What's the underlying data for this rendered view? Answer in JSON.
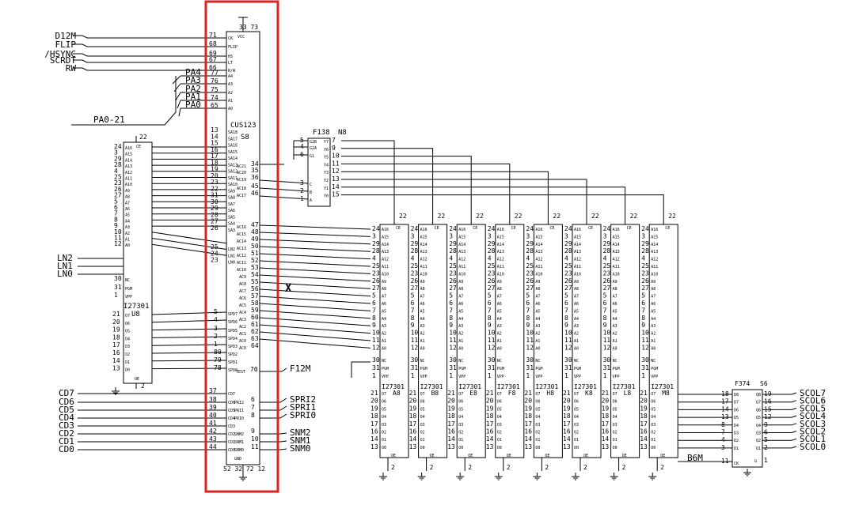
{
  "main_chip": {
    "name": "CUS123",
    "location": "S8",
    "power_pins": "33 73",
    "vcc": "VCC",
    "gnd": "GND",
    "ground_pins": "52 32 72 12",
    "control_inputs": [
      {
        "signal": "D12M",
        "pin": "71",
        "label": "CK"
      },
      {
        "signal": "FLIP",
        "pin": "68",
        "label": "FLIP"
      },
      {
        "signal": "/HSYNC",
        "pin": "69",
        "label": "HS"
      },
      {
        "signal": "SCRDT",
        "pin": "67",
        "label": "LT"
      },
      {
        "signal": "RW",
        "pin": "66",
        "label": "R/W"
      }
    ],
    "pa_inputs": [
      {
        "signal": "PA4",
        "pin": "77",
        "label": "A4"
      },
      {
        "signal": "PA3",
        "pin": "76",
        "label": "A3"
      },
      {
        "signal": "PA2",
        "pin": "75",
        "label": "A2"
      },
      {
        "signal": "PA1",
        "pin": "74",
        "label": "A1"
      },
      {
        "signal": "PA0",
        "pin": "65",
        "label": "A0"
      }
    ],
    "pa_bus": "PA0-21",
    "sa_pins": [
      {
        "pin": "13",
        "label": "SA18"
      },
      {
        "pin": "14",
        "label": "SA17"
      },
      {
        "pin": "15",
        "label": "SA16"
      },
      {
        "pin": "16",
        "label": "SA15"
      },
      {
        "pin": "17",
        "label": "SA14"
      },
      {
        "pin": "18",
        "label": "SA13"
      },
      {
        "pin": "19",
        "label": "SA12"
      },
      {
        "pin": "20",
        "label": "SA11"
      },
      {
        "pin": "23",
        "label": "SA10"
      },
      {
        "pin": "22",
        "label": "SA9"
      },
      {
        "pin": "31",
        "label": "SA8"
      },
      {
        "pin": "30",
        "label": "SA7"
      },
      {
        "pin": "29",
        "label": "SA6"
      },
      {
        "pin": "28",
        "label": "SA5"
      },
      {
        "pin": "27",
        "label": "SA4"
      },
      {
        "pin": "26",
        "label": "SA3"
      },
      {
        "pin": "25",
        "label": "LN2"
      },
      {
        "pin": "24",
        "label": "LN1"
      },
      {
        "pin": "23",
        "label": "LN0"
      }
    ],
    "ln_signals": [
      "LN2",
      "LN1",
      "LN0"
    ],
    "ac_pins": [
      {
        "pin": "34",
        "label": "AC21"
      },
      {
        "pin": "35",
        "label": "AC20"
      },
      {
        "pin": "36",
        "label": "AC19"
      },
      {
        "pin": "45",
        "label": "AC18"
      },
      {
        "pin": "46",
        "label": "AC17"
      },
      {
        "pin": "47",
        "label": "AC16"
      },
      {
        "pin": "48",
        "label": "AC15"
      },
      {
        "pin": "49",
        "label": "AC14"
      },
      {
        "pin": "50",
        "label": "AC13"
      },
      {
        "pin": "51",
        "label": "AC12"
      },
      {
        "pin": "52",
        "label": "AC11"
      },
      {
        "pin": "53",
        "label": "AC10"
      },
      {
        "pin": "54",
        "label": "AC9"
      },
      {
        "pin": "55",
        "label": "AC8"
      },
      {
        "pin": "56",
        "label": "AC7"
      },
      {
        "pin": "57",
        "label": "AC6"
      },
      {
        "pin": "58",
        "label": "AC5"
      },
      {
        "pin": "59",
        "label": "AC4"
      },
      {
        "pin": "60",
        "label": "AC3"
      },
      {
        "pin": "61",
        "label": "AC2"
      },
      {
        "pin": "62",
        "label": "AC1"
      },
      {
        "pin": "63",
        "label": "AC0"
      },
      {
        "pin": "64",
        "label": "AC0"
      }
    ],
    "spd_pins": [
      {
        "pin": "5",
        "label": "SPD7"
      },
      {
        "pin": "4",
        "label": "SPD6"
      },
      {
        "pin": "3",
        "label": "SPD5"
      },
      {
        "pin": "2",
        "label": "SPD4"
      },
      {
        "pin": "1",
        "label": "SPD3"
      },
      {
        "pin": "80",
        "label": "SPD2"
      },
      {
        "pin": "79",
        "label": "SPD1"
      },
      {
        "pin": "78",
        "label": "SPD0"
      }
    ],
    "test": {
      "label": "TEST",
      "pin": "70",
      "signal": "F12M"
    },
    "cd_pins": [
      {
        "signal": "CD7",
        "pin": "37",
        "label": "CD7"
      },
      {
        "signal": "CD6",
        "pin": "38",
        "label": "CD6"
      },
      {
        "signal": "CD5",
        "pin": "39",
        "label": "CD5"
      },
      {
        "signal": "CD4",
        "pin": "40",
        "label": "CD4"
      },
      {
        "signal": "CD3",
        "pin": "41",
        "label": "CD3"
      },
      {
        "signal": "CD2",
        "pin": "42",
        "label": "CD2"
      },
      {
        "signal": "CD1",
        "pin": "43",
        "label": "CD1"
      },
      {
        "signal": "CD0",
        "pin": "44",
        "label": "CD0"
      }
    ],
    "pri_outputs": [
      {
        "label": "PRI2",
        "pin": "6",
        "signal": "SPRI2"
      },
      {
        "label": "PRI1",
        "pin": "7",
        "signal": "SPRI1"
      },
      {
        "label": "PRI0",
        "pin": "8",
        "signal": "SPRI0"
      }
    ],
    "snm_outputs": [
      {
        "label": "SNM2",
        "pin": "9",
        "signal": "SNM2"
      },
      {
        "label": "SNM1",
        "pin": "10",
        "signal": "SNM1"
      },
      {
        "label": "SNM0",
        "pin": "11",
        "signal": "SNM0"
      }
    ]
  },
  "left_rom": {
    "part": "I27301",
    "location": "U8",
    "ce_pin": "22",
    "ce_label": "CE",
    "addr_pins": [
      "24",
      "3",
      "29",
      "28",
      "4",
      "25",
      "23",
      "26",
      "27",
      "5",
      "6",
      "7",
      "8",
      "9",
      "10",
      "11",
      "12"
    ],
    "addr_labels": [
      "A16",
      "A15",
      "A14",
      "A13",
      "A12",
      "A11",
      "A10",
      "A9",
      "A8",
      "A7",
      "A6",
      "A5",
      "A4",
      "A3",
      "A2",
      "A1",
      "A0"
    ],
    "ctrl": [
      {
        "pin": "30",
        "label": "NC"
      },
      {
        "pin": "31",
        "label": "PGM"
      },
      {
        "pin": "1",
        "label": "VPP"
      }
    ],
    "data_pins": [
      "21",
      "20",
      "19",
      "18",
      "17",
      "16",
      "14",
      "13"
    ],
    "data_labels": [
      "O7",
      "O6",
      "O5",
      "O4",
      "O3",
      "O2",
      "O1",
      "O0"
    ],
    "oe_label": "OE",
    "oe_pin": "2"
  },
  "decoder": {
    "part": "F138",
    "location": "N8",
    "inputs": [
      {
        "pin": "5",
        "label": "G2B"
      },
      {
        "pin": "4",
        "label": "G2A"
      },
      {
        "pin": "6",
        "label": "G1"
      },
      {
        "pin": "3",
        "label": "C"
      },
      {
        "pin": "2",
        "label": "B"
      },
      {
        "pin": "1",
        "label": "A"
      }
    ],
    "outputs": [
      {
        "pin": "7",
        "label": "Y7"
      },
      {
        "pin": "9",
        "label": "Y6"
      },
      {
        "pin": "10",
        "label": "Y5"
      },
      {
        "pin": "11",
        "label": "Y4"
      },
      {
        "pin": "12",
        "label": "Y3"
      },
      {
        "pin": "13",
        "label": "Y2"
      },
      {
        "pin": "14",
        "label": "Y1"
      },
      {
        "pin": "15",
        "label": "Y0"
      }
    ]
  },
  "rom_bank": {
    "part": "I27301",
    "locations": [
      "A8",
      "B8",
      "E8",
      "F8",
      "H8",
      "K8",
      "L8",
      "M8"
    ],
    "ce_pin": "22",
    "ce_label": "CE",
    "oe_label": "OE",
    "oe_pin": "2",
    "addr_pins": [
      "24",
      "3",
      "29",
      "28",
      "4",
      "25",
      "23",
      "26",
      "27",
      "5",
      "6",
      "7",
      "8",
      "9",
      "10",
      "11",
      "12"
    ],
    "addr_labels": [
      "A16",
      "A15",
      "A14",
      "A13",
      "A12",
      "A11",
      "A10",
      "A9",
      "A8",
      "A7",
      "A6",
      "A5",
      "A4",
      "A3",
      "A2",
      "A1",
      "A0"
    ],
    "ctrl": [
      {
        "pin": "30",
        "label": "NC"
      },
      {
        "pin": "31",
        "label": "PGM"
      },
      {
        "pin": "1",
        "label": "VPP"
      }
    ],
    "data_pins": [
      "21",
      "20",
      "19",
      "18",
      "17",
      "16",
      "14",
      "13"
    ],
    "data_labels": [
      "O7",
      "O6",
      "O5",
      "O4",
      "O3",
      "O2",
      "O1",
      "O0"
    ]
  },
  "latch": {
    "part": "F374",
    "location": "S6",
    "clock_signal": "B6M",
    "clock_pin": "11",
    "clock_label": "CK",
    "g_pin": "1",
    "g_label": "G",
    "d_pins": [
      "18",
      "17",
      "14",
      "13",
      "8",
      "7",
      "4",
      "3"
    ],
    "d_labels": [
      "D8",
      "D7",
      "D6",
      "D5",
      "D4",
      "D3",
      "D2",
      "D1"
    ],
    "q_pins": [
      "19",
      "16",
      "15",
      "12",
      "9",
      "6",
      "5",
      "2"
    ],
    "q_labels": [
      "Q8",
      "Q7",
      "Q6",
      "Q5",
      "Q4",
      "Q3",
      "Q2",
      "Q1"
    ],
    "outputs": [
      "SCOL7",
      "SCOL6",
      "SCOL5",
      "SCOL4",
      "SCOL3",
      "SCOL2",
      "SCOL1",
      "SCOL0"
    ]
  },
  "annotations": {
    "x_mark": "X",
    "highlight_color": "#dd2222",
    "ink_color": "#000000"
  }
}
